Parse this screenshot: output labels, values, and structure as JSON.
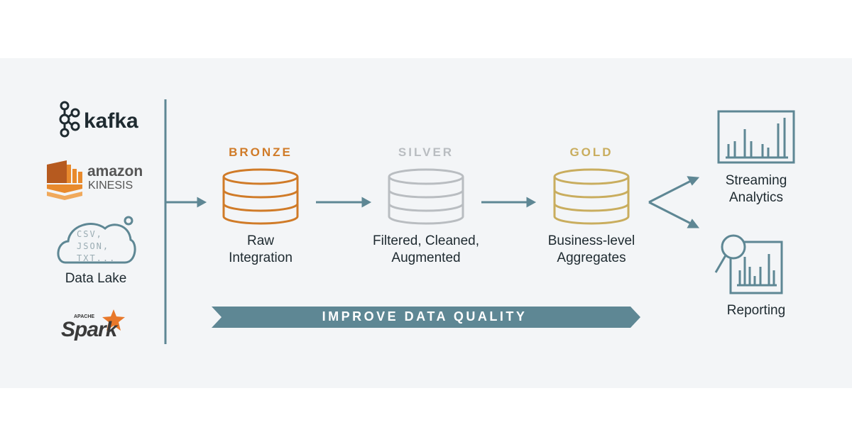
{
  "sources": {
    "kafka": "kafka",
    "kinesis_1": "amazon",
    "kinesis_2": "KINESIS",
    "lake_formats": [
      "CSV,",
      "JSON,",
      "TXT..."
    ],
    "lake_label": "Data Lake",
    "spark_small": "APACHE",
    "spark": "Spark"
  },
  "tiers": [
    {
      "name": "BRONZE",
      "desc1": "Raw",
      "desc2": "Integration",
      "color": "#d07b28"
    },
    {
      "name": "SILVER",
      "desc1": "Filtered, Cleaned,",
      "desc2": "Augmented",
      "color": "#b9bdc1"
    },
    {
      "name": "GOLD",
      "desc1": "Business-level",
      "desc2": "Aggregates",
      "color": "#c9ad5e"
    }
  ],
  "banner": "IMPROVE DATA QUALITY",
  "outputs": {
    "streaming1": "Streaming",
    "streaming2": "Analytics",
    "reporting": "Reporting"
  },
  "colors": {
    "line": "#5e8794",
    "background": "#f3f5f7"
  }
}
